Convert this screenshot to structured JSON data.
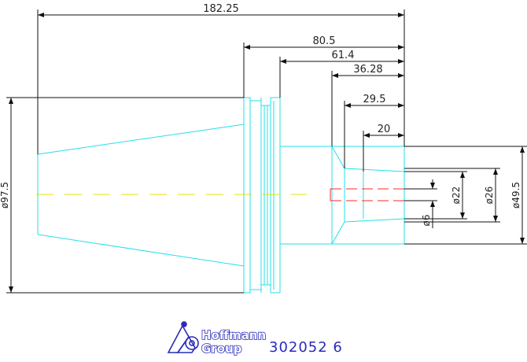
{
  "dimensions": {
    "overall_length": "182.25",
    "length_80_5": "80.5",
    "length_61_4": "61.4",
    "length_36_28": "36.28",
    "length_29_5": "29.5",
    "length_20": "20",
    "dia_97_5": "ø97.5",
    "dia_49_5": "ø49.5",
    "dia_26": "ø26",
    "dia_22": "ø22",
    "dia_6": "ø6"
  },
  "footer": {
    "brand_line1": "Hoffmann",
    "brand_line2": "Group",
    "part_number": "302052 6"
  },
  "colors": {
    "outline": "#22e0ea",
    "dimension": "#111111",
    "centerline": "#e6e600",
    "hidden": "#ff2a2a",
    "brand": "#2a2ab8"
  }
}
